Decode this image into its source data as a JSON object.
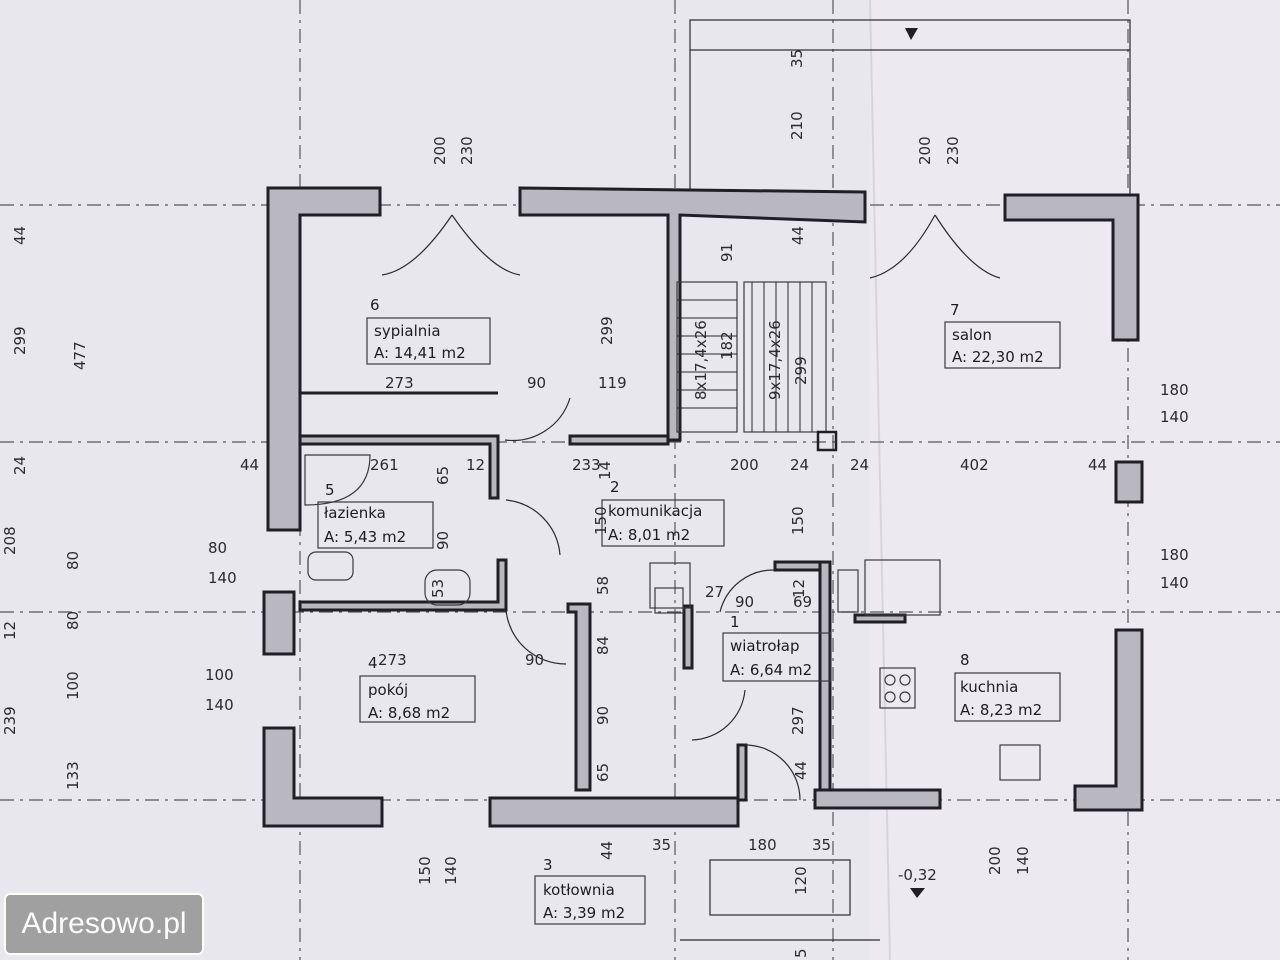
{
  "rooms": [
    {
      "number": "6",
      "name": "sypialnia",
      "area": "A: 14,41 m2"
    },
    {
      "number": "7",
      "name": "salon",
      "area": "A: 22,30 m2"
    },
    {
      "number": "5",
      "name": "łazienka",
      "area": "A: 5,43 m2"
    },
    {
      "number": "2",
      "name": "komunikacja",
      "area": "A: 8,01 m2"
    },
    {
      "number": "4",
      "name": "pokój",
      "area": "A: 8,68 m2"
    },
    {
      "number": "1",
      "name": "wiatrołap",
      "area": "A: 6,64 m2"
    },
    {
      "number": "8",
      "name": "kuchnia",
      "area": "A: 8,23 m2"
    },
    {
      "number": "3",
      "name": "kotłownia",
      "area": "A: 3,39 m2"
    }
  ],
  "stairs": {
    "flight1": "8x17,4x26",
    "flight2": "9x17,4x26"
  },
  "dimensions": {
    "d35": "35",
    "d210": "210",
    "d200a": "200",
    "d230a": "230",
    "d200b": "200",
    "d230b": "230",
    "d44l": "44",
    "d299l": "299",
    "d477": "477",
    "d24l": "24",
    "d208": "208",
    "d80l": "80",
    "d12l": "12",
    "d100l": "100",
    "d133": "133",
    "d239": "239",
    "d273a": "273",
    "d90a": "90",
    "d119": "119",
    "d299a": "299",
    "d91": "91",
    "d182": "182",
    "d299b": "299",
    "d44c": "44",
    "d44a": "44",
    "d261": "261",
    "d65a": "65",
    "d12a": "12",
    "d233": "233",
    "d14": "14",
    "d200c": "200",
    "d24a": "24",
    "d24b": "24",
    "d402": "402",
    "d44r": "44",
    "d150a": "150",
    "d150b": "150",
    "d90b": "90",
    "d53": "53",
    "d58": "58",
    "d27": "27",
    "d90c": "90",
    "d69": "69",
    "d12b": "12",
    "d84": "84",
    "w80": "80",
    "w140a": "140",
    "w100": "100",
    "w140b": "140",
    "d273b": "273",
    "d90d": "90",
    "d90e": "90",
    "d297": "297",
    "d65b": "65",
    "d44d": "44",
    "r180a": "180",
    "r140a": "140",
    "r180b": "180",
    "r140b": "140",
    "d150c": "150",
    "d140c": "140",
    "d44e": "44",
    "d35a": "35",
    "d180": "180",
    "d35b": "35",
    "d120": "120",
    "d5": "5",
    "d200d": "200",
    "d140d": "140",
    "level": "-0,32"
  },
  "watermark": "Adresowo.pl"
}
